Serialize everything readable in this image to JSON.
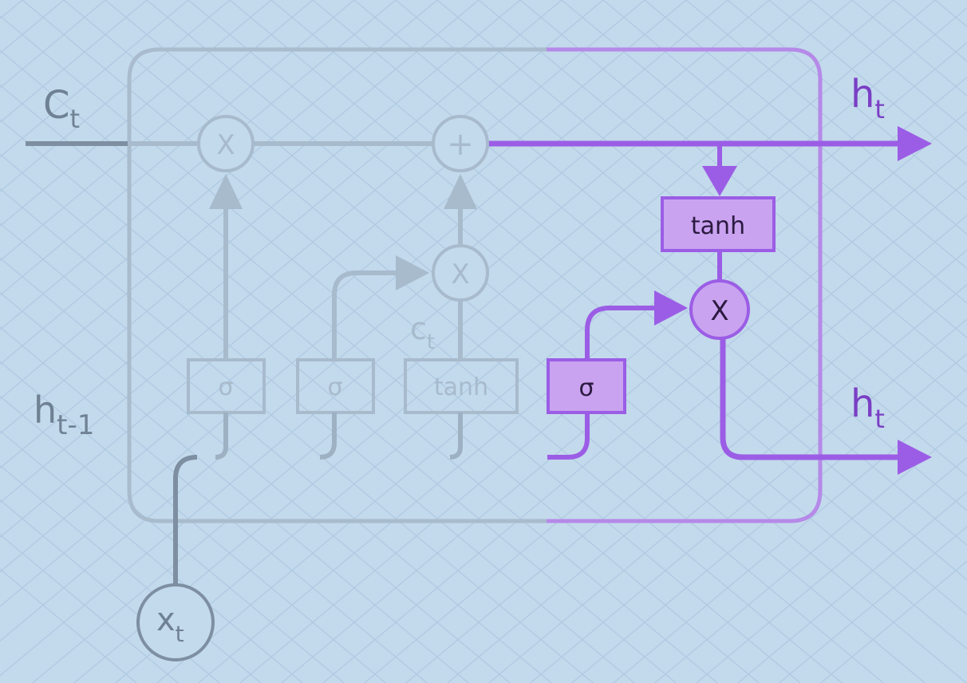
{
  "labels": {
    "c_t_in": {
      "base": "C",
      "sub": "t"
    },
    "h_prev": {
      "base": "h",
      "sub": "t-1"
    },
    "x_in": {
      "base": "x",
      "sub": "t"
    },
    "c_tilde": {
      "base": "c",
      "sub": "t"
    },
    "h_out_top": {
      "base": "h",
      "sub": "t"
    },
    "h_out_bottom": {
      "base": "h",
      "sub": "t"
    }
  },
  "gates": {
    "forget": "σ",
    "input": "σ",
    "candidate": "tanh",
    "output": "σ",
    "cell_tanh": "tanh"
  },
  "operators": {
    "forget_mult": "X",
    "cell_add": "+",
    "input_mult": "X",
    "output_mult": "X"
  },
  "colors": {
    "background": "#c3d9ec",
    "grid": "#aac6df",
    "dim_line": "#a7bbcc",
    "dark_line": "#7d8fa1",
    "highlight": "#9b5de5",
    "highlight_fill": "#c9a3f0",
    "highlight_text": "#7a3fc4",
    "dim_text": "#9eb1c2",
    "dark_text": "#6f8294"
  }
}
